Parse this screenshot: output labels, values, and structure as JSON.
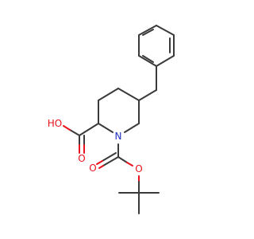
{
  "colors": {
    "bond": "#3a3a3a",
    "oxygen": "#e8101a",
    "nitrogen": "#1f30c8",
    "background": "#ffffff"
  },
  "atoms": {
    "hydroxyl_label": "HO",
    "carboxyl_oxygen_label": "O",
    "ring_nitrogen_label": "N",
    "carbamate_oxygen_label": "O",
    "ester_oxygen_label": "O"
  }
}
